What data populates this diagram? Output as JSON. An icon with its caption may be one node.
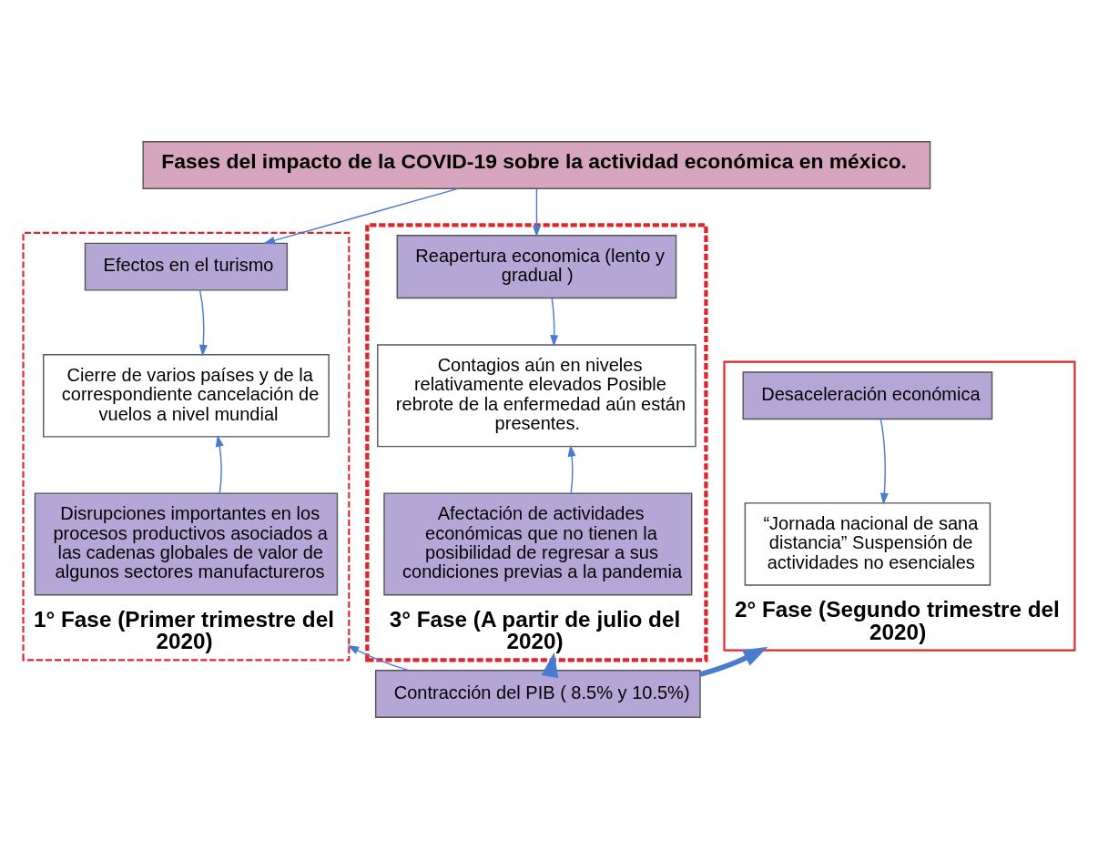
{
  "diagram": {
    "nodes": [
      {
        "text": [
          "Fases del impacto de la COVID-19 sobre la actividad económica en méxico."
        ]
      },
      {
        "text": [
          "1° Fase (Primer trimestre del 2020)"
        ]
      },
      {
        "text": [
          "Efectos en el turismo"
        ],
        "in": 1
      },
      {
        "text": [
          "Cierre de varios países y de la correspondiente cancelación de vuelos a nivel mundial"
        ],
        "in": 1
      },
      {
        "text": [
          "Disrupciones importantes en los procesos productivos asociados a las cadenas globales de valor de algunos sectores manufactureros"
        ],
        "in": 1
      },
      {
        "text": [
          "2° Fase (Segundo trimestre del 2020)"
        ]
      },
      {
        "text": [
          "Desaceleración económica"
        ],
        "in": 5
      },
      {
        "text": [
          "“Jornada nacional de sana distancia” Suspensión de actividades no esenciales"
        ],
        "in": 5
      },
      {
        "text": [
          "3° Fase (A partir de julio del 2020)"
        ]
      },
      {
        "text": [
          "Reapertura economica (lento y gradual )"
        ],
        "in": 8
      },
      {
        "text": [
          "Contagios aún en niveles relativamente elevados Posible rebrote de la enfermedad aún están presentes."
        ],
        "in": 8
      },
      {
        "text": [
          "Afectación de actividades económicas que no tienen la posibilidad de regresar a sus condiciones previas a la pandemia"
        ],
        "in": 8
      },
      {
        "text": [
          "Contracción del PIB ( 8.5% y 10.5%)"
        ]
      }
    ],
    "edges": [
      {
        "from": 0,
        "to": 2,
        "arrow": "to"
      },
      {
        "from": 0,
        "to": 9,
        "arrow": "to"
      },
      {
        "from": 2,
        "to": 3,
        "arrow": "to"
      },
      {
        "from": 4,
        "to": 3,
        "arrow": "to"
      },
      {
        "from": 6,
        "to": 7,
        "arrow": "to"
      },
      {
        "from": 9,
        "to": 10,
        "arrow": "to"
      },
      {
        "from": 11,
        "to": 10,
        "arrow": "to"
      },
      {
        "from": 12,
        "to": 1,
        "arrow": "to"
      },
      {
        "from": 12,
        "to": 5,
        "arrow": "to",
        "style": "thick"
      },
      {
        "from": 12,
        "to": 8,
        "arrow": "to",
        "style": "thick"
      }
    ]
  }
}
